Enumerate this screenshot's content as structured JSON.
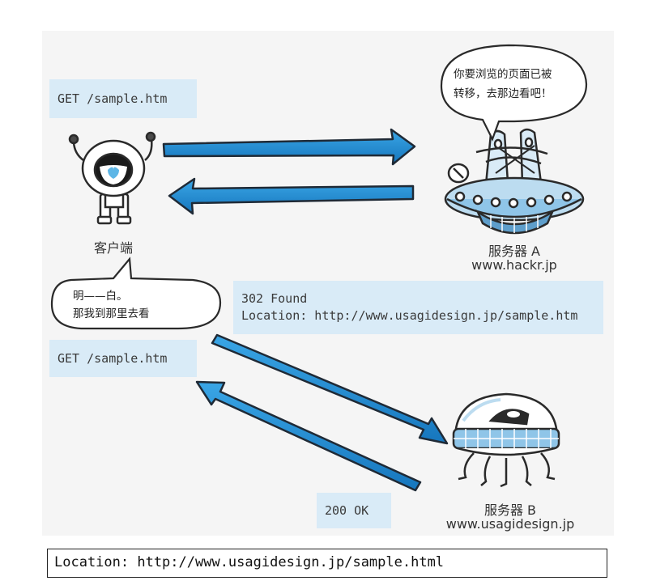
{
  "client": {
    "label": "客户端"
  },
  "server_a": {
    "label": "服务器 A",
    "host": "www.hackr.jp",
    "speech": [
      "你要浏览的页面已被",
      "转移，去那边看吧！"
    ]
  },
  "server_b": {
    "label": "服务器 B",
    "host": "www.usagidesign.jp"
  },
  "client_speech": [
    "明——白。",
    "那我到那里去看"
  ],
  "request1": "GET /sample.htm",
  "response1": {
    "status": "302 Found",
    "location": "Location: http://www.usagidesign.jp/sample.htm"
  },
  "request2": "GET /sample.htm",
  "response2": "200 OK",
  "caption": "Location: http://www.usagidesign.jp/sample.html",
  "colors": {
    "arrow": "#1e8fd6",
    "box": "#d9ebf7",
    "robot_accent": "#5eb6e6"
  }
}
